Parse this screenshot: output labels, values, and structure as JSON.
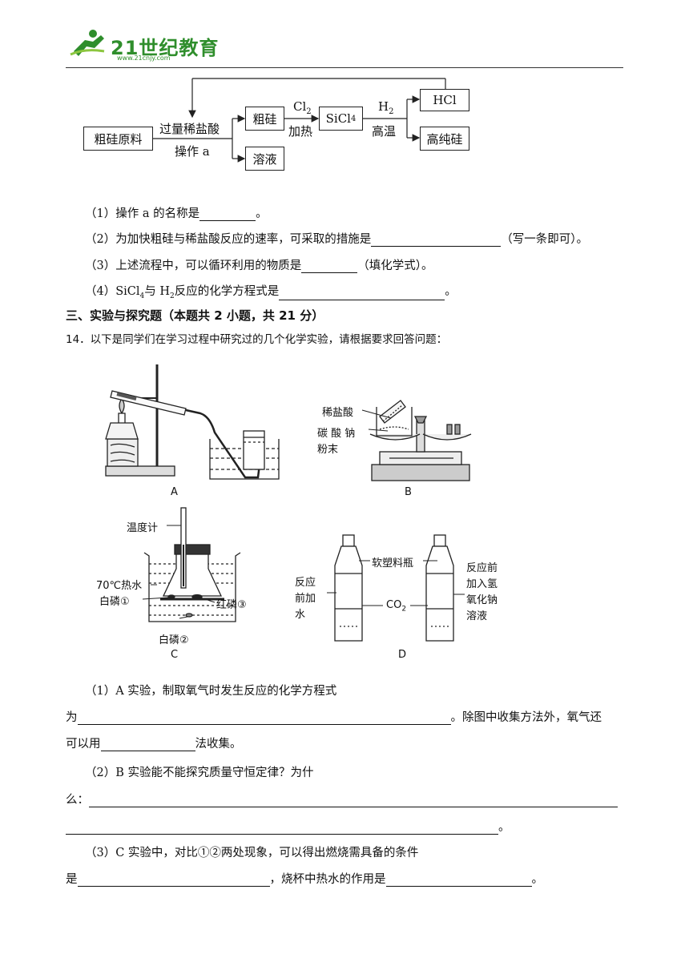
{
  "header": {
    "logo_text": "21世纪教育",
    "logo_url": "www.21cnjy.com"
  },
  "flow": {
    "raw": "粗硅原料",
    "reagent_top": "过量稀盐酸",
    "operation": "操作 a",
    "crude_si": "粗硅",
    "solution": "溶液",
    "cl2": "Cl",
    "cl2_sub": "2",
    "heat": "加热",
    "sicl4": "SiCl",
    "sicl4_sub": "4",
    "h2": "H",
    "h2_sub": "2",
    "high_temp": "高温",
    "hcl": "HCl",
    "pure_si": "高纯硅"
  },
  "q13": {
    "q1": "（1）操作 a 的名称是",
    "q1_end": "。",
    "q2": "（2）为加快粗硅与稀盐酸反应的速率，可采取的措施是",
    "q2_end": "（写一条即可）。",
    "q3": "（3）上述流程中，可以循环利用的物质是",
    "q3_end": "（填化学式）。",
    "q4_a": "（4）SiCl",
    "q4_sub1": "4",
    "q4_b": "与 H",
    "q4_sub2": "2",
    "q4_c": "反应的化学方程式是",
    "q4_end": "。"
  },
  "section3": "三、实验与探究题（本题共 2 小题，共 21 分）",
  "q14": {
    "intro": "14．以下是同学们在学习过程中研究过的几个化学实验，请根据要求回答问题：",
    "figA": "A",
    "figB": "B",
    "figC": "C",
    "figD": "D",
    "b_acid": "稀盐酸",
    "b_na2co3_1": "碳 酸 钠",
    "b_na2co3_2": "粉末",
    "c_thermo": "温度计",
    "c_water": "70℃热水",
    "c_wp1": "白磷①",
    "c_rp3": "红磷③",
    "c_wp2": "白磷②",
    "d_bottle": "软塑料瓶",
    "d_left_1": "反应",
    "d_left_2": "前加",
    "d_left_3": "水",
    "d_co2": "CO",
    "d_co2_sub": "2",
    "d_right_1": "反应前",
    "d_right_2": "加入氢",
    "d_right_3": "氧化钠",
    "d_right_4": "溶液",
    "p1_a": "（1）A 实验，制取氧气时发生反应的化学方程式",
    "p1_b": "为",
    "p1_c": "。除图中收集方法外，氧气还",
    "p1_d": "可以用",
    "p1_e": "法收集。",
    "p2_a": "（2）B 实验能不能探究质量守恒定律？为什",
    "p2_b": "么：",
    "p2_end": "。",
    "p3_a": "（3）C 实验中，对比①②两处现象，可以得出燃烧需具备的条件",
    "p3_b": "是",
    "p3_c": "，烧杯中热水的作用是",
    "p3_end": "。"
  },
  "colors": {
    "logo_green": "#2f8e2c"
  }
}
